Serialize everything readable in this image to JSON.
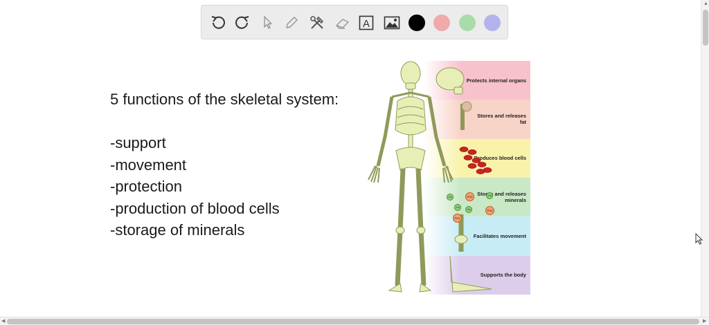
{
  "toolbar": {
    "tools": [
      {
        "name": "undo-icon"
      },
      {
        "name": "redo-icon"
      },
      {
        "name": "select-pointer-icon"
      },
      {
        "name": "pen-icon"
      },
      {
        "name": "tools-icon"
      },
      {
        "name": "eraser-icon"
      },
      {
        "name": "text-tool-icon"
      },
      {
        "name": "image-icon"
      }
    ],
    "text_tool_glyph": "A",
    "colors": [
      "#000000",
      "#f0aaaa",
      "#a9dca9",
      "#b3b3ec"
    ]
  },
  "note": {
    "heading": "5 functions of the skeletal system:",
    "items": [
      "-support",
      "-movement",
      "-protection",
      "-production of blood cells",
      "-storage of minerals"
    ]
  },
  "figure": {
    "bands": [
      {
        "label_lines": [
          "Protects internal organs"
        ],
        "color": "#f7c2cc"
      },
      {
        "label_lines": [
          "Stores and releases",
          "fat"
        ],
        "color": "#f8d3c8"
      },
      {
        "label_lines": [
          "Produces blood cells"
        ],
        "color": "#f8f3a9"
      },
      {
        "label_lines": [
          "Stores and releases",
          "minerals"
        ],
        "color": "#c9e8c6"
      },
      {
        "label_lines": [
          "Facilitates movement"
        ],
        "color": "#c8ecf6"
      },
      {
        "label_lines": [
          "Supports the body"
        ],
        "color": "#dccdea"
      }
    ],
    "mineral_badges": [
      "Ca",
      "PO4",
      "Ca",
      "PO4",
      "Ca",
      "PO4",
      "Ca"
    ]
  }
}
